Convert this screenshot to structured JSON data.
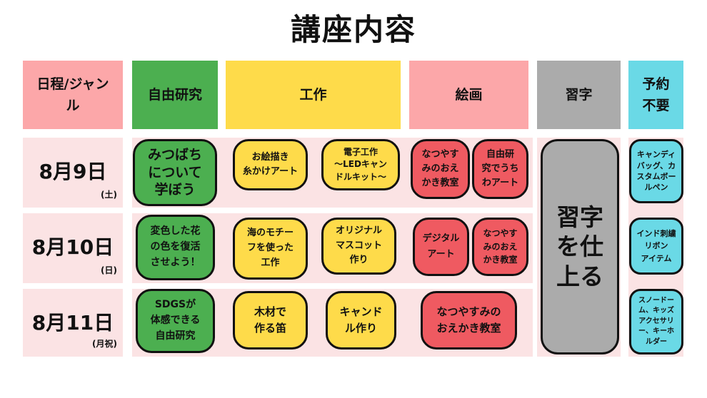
{
  "title": "講座内容",
  "headers": {
    "schedule": "日程/ジャン\nル",
    "research": "自由研究",
    "craft": "工作",
    "painting": "絵画",
    "calligraphy": "習字",
    "no_reservation": "予約\n不要"
  },
  "dates": [
    {
      "main": "8月9日",
      "sub": "(土)"
    },
    {
      "main": "8月10日",
      "sub": "(日)"
    },
    {
      "main": "8月11日",
      "sub": "(月祝)"
    }
  ],
  "day1": {
    "research": "みつばち\nについて\n学ぼう",
    "craft1": "お絵描き\n糸かけアート",
    "craft2": "電子工作\n〜LEDキャン\nドルキット〜",
    "paint1": "なつやす\nみのおえ\nかき教室",
    "paint2": "自由研\n究でうち\nわアート",
    "free": "キャンディ\nバッグ、カ\nスタムボー\nルペン"
  },
  "day2": {
    "research": "変色した花\nの色を復活\nさせよう！",
    "craft1": "海のモチー\nフを使った\n工作",
    "craft2": "オリジナル\nマスコット\n作り",
    "paint1": "デジタル\nアート",
    "paint2": "なつやす\nみのおえ\nかき教室",
    "free": "インド刺繍\nリボン\nアイテム"
  },
  "day3": {
    "research": "SDGSが\n体感できる\n自由研究",
    "craft1": "木材で\n作る笛",
    "craft2": "キャンド\nル作り",
    "paint": "なつやすみの\nおえかき教室",
    "free": "スノードー\nム、キッズ\nアクセサリ\nー、キーホ\nルダー"
  },
  "calligraphy_label": "習字\nを仕\n上る",
  "colors": {
    "pink_header": "#fca7a9",
    "green": "#4caf50",
    "yellow": "#fedb4a",
    "red": "#ef5a61",
    "gray": "#ababab",
    "cyan": "#6ad9e6",
    "row_bg": "#fbe3e4"
  }
}
